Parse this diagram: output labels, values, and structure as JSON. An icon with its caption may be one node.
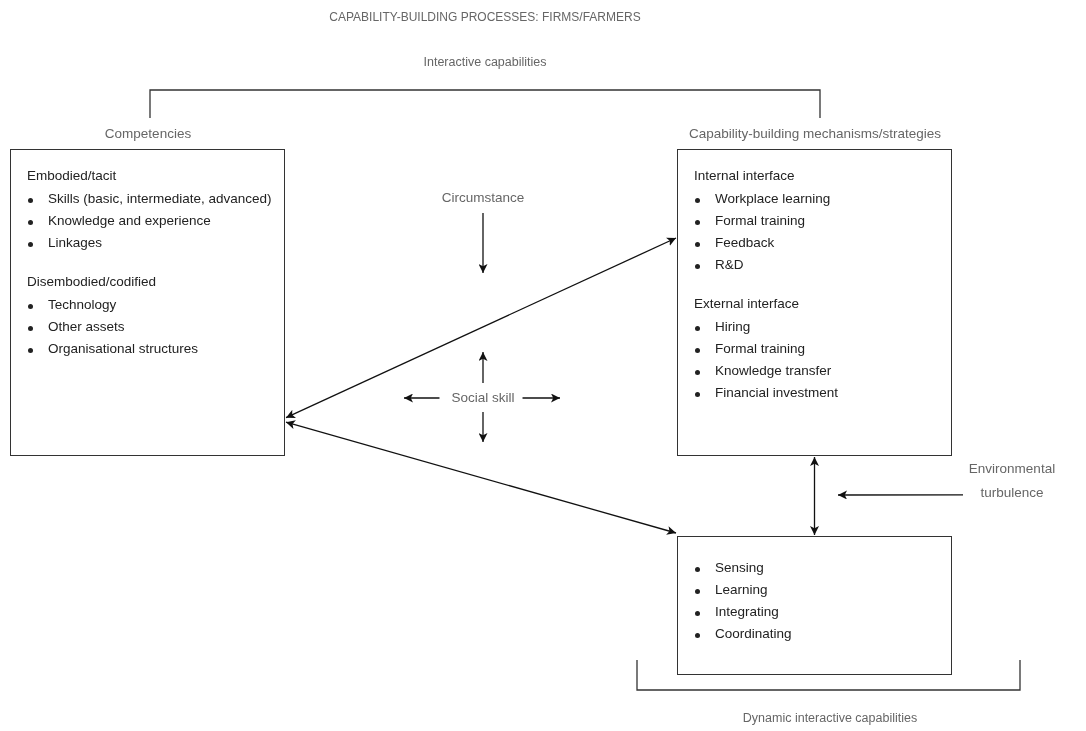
{
  "diagram": {
    "title": "CAPABILITY-BUILDING PROCESSES: FIRMS/FARMERS",
    "nodes": [
      {
        "text": [
          "Competencies",
          "Embodied/tacit",
          "Skills (basic, intermediate, advanced)",
          "Knowledge and experience",
          "Linkages",
          "Disembodied/codified",
          "Technology",
          "Other assets",
          "Organisational structures"
        ]
      },
      {
        "text": [
          "Capability-building mechanisms/strategies",
          "Internal interface",
          "Workplace learning",
          "Formal training",
          "Feedback",
          "R&D",
          "External interface",
          "Hiring",
          "Formal training",
          "Knowledge transfer",
          "Financial investment"
        ]
      },
      {
        "text": [
          "Sensing",
          "Learning",
          "Integrating",
          "Coordinating"
        ]
      },
      {
        "text": [
          "Circumstance"
        ]
      },
      {
        "text": [
          "Social skill"
        ]
      },
      {
        "text": [
          "Environmental turbulence"
        ]
      }
    ],
    "edges": [
      {
        "from": 0,
        "to": 1,
        "arrow": "both"
      },
      {
        "from": 0,
        "to": 2,
        "arrow": "both"
      },
      {
        "from": 1,
        "to": 2,
        "arrow": "both"
      },
      {
        "from": 3,
        "to": null,
        "arrow": "to"
      },
      {
        "from": 4,
        "to": null,
        "arrow": "to"
      },
      {
        "from": 4,
        "to": null,
        "arrow": "to"
      },
      {
        "from": 4,
        "to": null,
        "arrow": "to"
      },
      {
        "from": 4,
        "to": null,
        "arrow": "to"
      },
      {
        "from": 5,
        "to": null,
        "arrow": "to"
      }
    ],
    "labels": [
      "Interactive capabilities",
      "Dynamic interactive capabilities"
    ]
  }
}
